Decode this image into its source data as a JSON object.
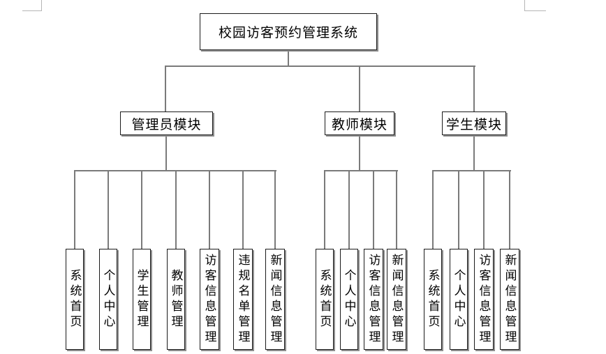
{
  "diagram": {
    "root": {
      "label": "校园访客预约管理系统"
    },
    "modules": [
      {
        "label": "管理员模块",
        "children": [
          "系统首页",
          "个人中心",
          "学生管理",
          "教师管理",
          "访客信息管理",
          "违规名单管理",
          "新闻信息管理"
        ]
      },
      {
        "label": "教师模块",
        "children": [
          "系统首页",
          "个人中心",
          "访客信息管理",
          "新闻信息管理"
        ]
      },
      {
        "label": "学生模块",
        "children": [
          "系统首页",
          "个人中心",
          "访客信息管理",
          "新闻信息管理"
        ]
      }
    ],
    "colors": {
      "page_bg": "#ffffff",
      "box_fill": "#ffffff",
      "box_border": "#1a1a1a",
      "box_shadow": "#8f8f8f",
      "connector": "#7a7a7a",
      "text": "#000000",
      "crop_mark": "#b5b5b5"
    }
  }
}
